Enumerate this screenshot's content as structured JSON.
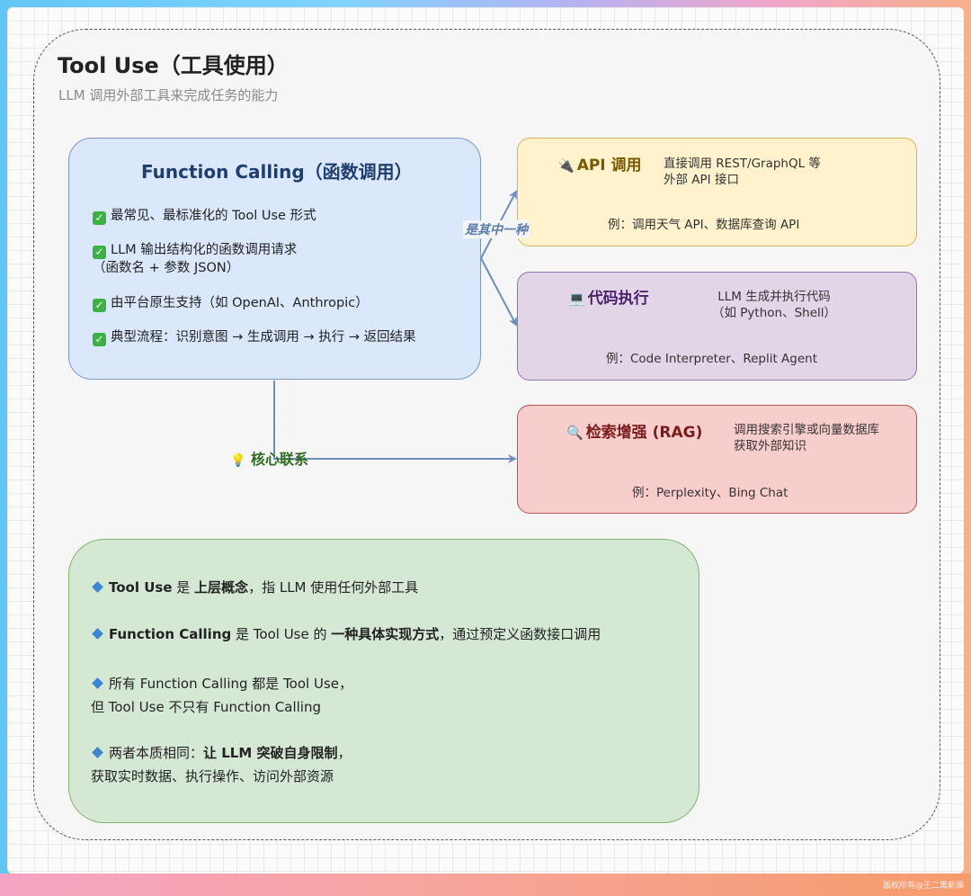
{
  "title": "Tool Use（工具使用）",
  "subtitle": "LLM 调用外部工具来完成任务的能力",
  "function_calling": {
    "title": "Function Calling（函数调用）",
    "items": [
      {
        "line1": "最常见、最标准化的 Tool Use 形式"
      },
      {
        "line1": "LLM 输出结构化的函数调用请求",
        "line2": "（函数名 + 参数 JSON）"
      },
      {
        "line1": "由平台原生支持（如 OpenAI、Anthropic）"
      },
      {
        "line1": "典型流程：识别意图 → 生成调用 → 执行 → 返回结果"
      }
    ]
  },
  "edge_label": "是其中一种",
  "core_label": "核心联系",
  "categories": [
    {
      "icon": "plug-icon",
      "glyph": "🔌",
      "title": "API 调用",
      "desc1": "直接调用 REST/GraphQL 等",
      "desc2": "外部 API 接口",
      "example": "例：调用天气 API、数据库查询 API",
      "color": "#7a5a00"
    },
    {
      "icon": "laptop-icon",
      "glyph": "💻",
      "title": "代码执行",
      "desc1": "LLM 生成并执行代码",
      "desc2": "（如 Python、Shell）",
      "example": "例：Code Interpreter、Replit Agent",
      "color": "#4a1f6b"
    },
    {
      "icon": "magnifier-icon",
      "glyph": "🔍",
      "title": "检索增强 (RAG)",
      "desc1": "调用搜索引擎或向量数据库",
      "desc2": "获取外部知识",
      "example": "例：Perplexity、Bing Chat",
      "color": "#7a1c1c"
    }
  ],
  "summary": [
    {
      "parts": [
        {
          "t": "Tool Use",
          "b": true
        },
        {
          "t": " 是 ",
          "b": false
        },
        {
          "t": "上层概念",
          "b": true
        },
        {
          "t": "，指 LLM 使用任何外部工具",
          "b": false
        }
      ]
    },
    {
      "parts": [
        {
          "t": "Function Calling",
          "b": true
        },
        {
          "t": " 是 Tool Use 的 ",
          "b": false
        },
        {
          "t": "一种具体实现方式",
          "b": true
        },
        {
          "t": "，通过预定义函数接口调用",
          "b": false
        }
      ]
    },
    {
      "parts": [
        {
          "t": "所有 Function Calling 都是 Tool Use，",
          "b": false
        }
      ],
      "line2": "但 Tool Use 不只有 Function Calling"
    },
    {
      "parts": [
        {
          "t": "两者本质相同：",
          "b": false
        },
        {
          "t": "让 LLM 突破自身限制",
          "b": true
        },
        {
          "t": "，",
          "b": false
        }
      ],
      "line2": "获取实时数据、执行操作、访问外部资源"
    }
  ],
  "watermark": "版权所有@王二黑新闻",
  "colors": {
    "edge": "#6c8ebf",
    "check": "#3cb043",
    "diamond": "#3a86d6"
  }
}
